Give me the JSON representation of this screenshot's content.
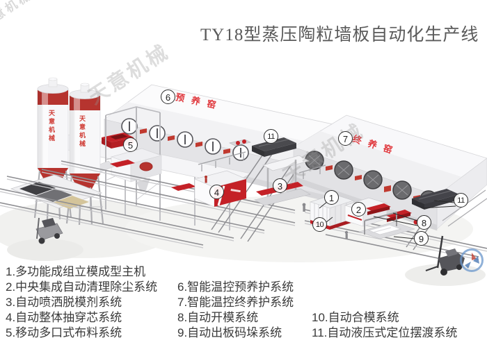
{
  "title": "TY18型蒸压陶粒墙板自动化生产线",
  "watermark": {
    "brand": "天意机械"
  },
  "labels": {
    "pre_kiln": "预养窑",
    "final_kiln": "终养窑",
    "silo": "天意机械"
  },
  "colors": {
    "accent_red": "#c42127",
    "kiln_label_red": "#e0383d",
    "silo_red": "#b6342f",
    "legend_text": "#3a3a3a"
  },
  "callouts": {
    "c1": "1",
    "c2": "2",
    "c3": "3",
    "c4": "4",
    "c5": "5",
    "c6": "6",
    "c7": "7",
    "c8": "8",
    "c9": "9",
    "c10": "10",
    "c11": "11"
  },
  "legend": {
    "col1": [
      "1.多功能成组立模成型主机",
      "2.中央集成自动清理除尘系统",
      "3.自动喷洒脱模剂系统",
      "4.自动整体抽穿芯系统",
      "5.移动多口式布料系统"
    ],
    "col2": [
      "6.智能温控预养护系统",
      "7.智能温控终养护系统",
      "8.自动开模系统",
      "9.自动出板码垛系统"
    ],
    "col3": [
      "10.自动合模系统",
      "11.自动液压式定位摆渡系统"
    ]
  }
}
